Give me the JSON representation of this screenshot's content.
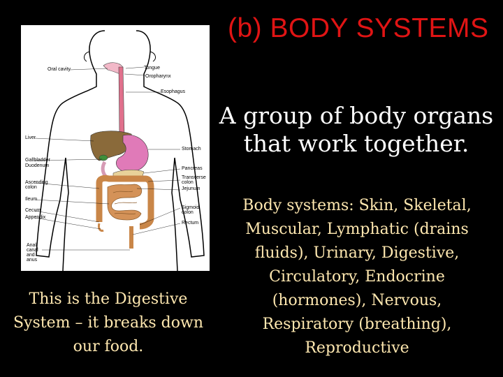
{
  "title": "(b)  BODY SYSTEMS",
  "subtitle": "A group of body organs that work together.",
  "systems_text": "Body systems: Skin, Skeletal, Muscular, Lymphatic (drains fluids), Urinary, Digestive, Circulatory, Endocrine (hormones), Nervous, Respiratory (breathing), Reproductive",
  "caption": "This is the Digestive System – it breaks down our food.",
  "diagram_labels": {
    "oral_cavity": "Oral cavity",
    "tongue": "Tongue",
    "oropharynx": "Oropharynx",
    "esophagus": "Esophagus",
    "liver": "Liver",
    "stomach": "Stomach",
    "gallbladder": "Gallbladder",
    "duodenum": "Duodenum",
    "pancreas": "Pancreas",
    "transverse_colon_1": "Transverse",
    "transverse_colon_2": "colon",
    "jejunum": "Jejunum",
    "ascending_colon_1": "Ascending",
    "ascending_colon_2": "colon",
    "ileum": "Ileum",
    "cecum": "Cecum",
    "appendix": "Appendix",
    "sigmoid_colon_1": "Sigmoid",
    "sigmoid_colon_2": "colon",
    "rectum": "Rectum",
    "anal_canal_1": "Anal",
    "anal_canal_2": "canal",
    "anal_canal_3": "and",
    "anal_canal_4": "anus"
  },
  "colors": {
    "title": "#e01414",
    "body_text": "#ffe8b0",
    "subtitle": "#ffffff",
    "background": "#000000",
    "esophagus": "#e0708c",
    "liver": "#8a6a3a",
    "stomach": "#e07ab8",
    "intestine": "#d49258"
  }
}
